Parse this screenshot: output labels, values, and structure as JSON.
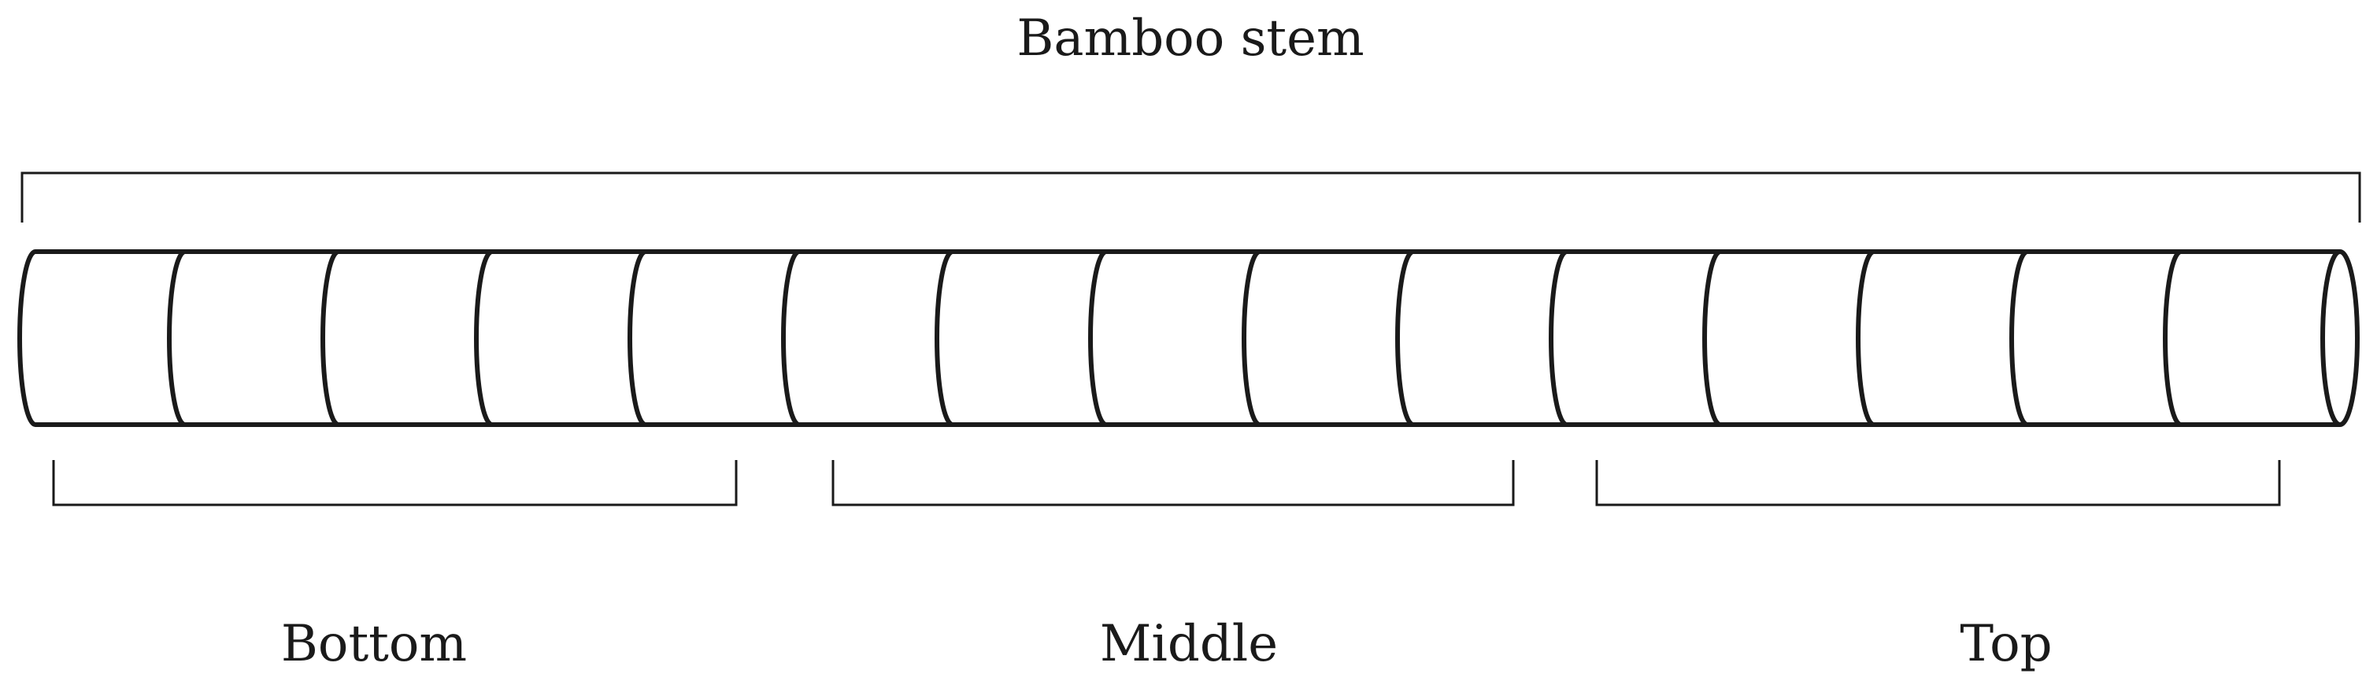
{
  "diagram": {
    "title": "Bamboo stem",
    "sections": [
      {
        "label": "Bottom"
      },
      {
        "label": "Middle"
      },
      {
        "label": "Top"
      }
    ],
    "node_count": 15
  }
}
